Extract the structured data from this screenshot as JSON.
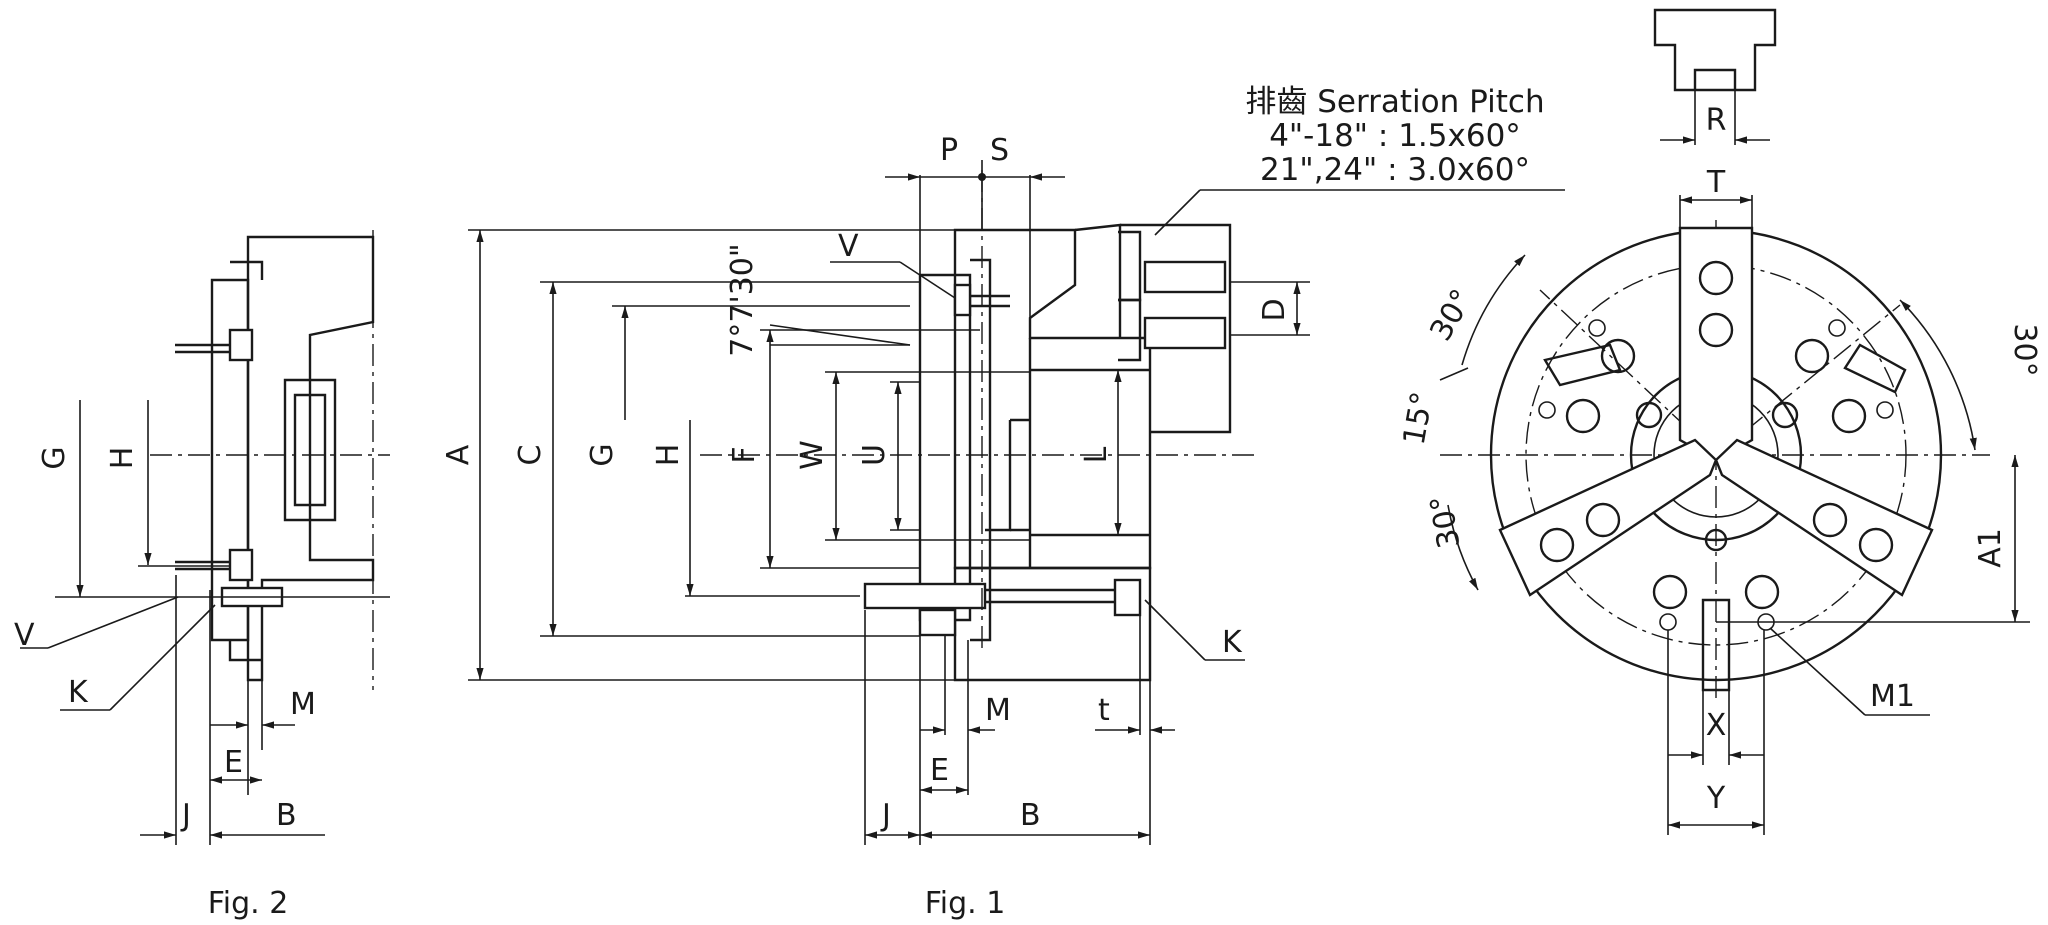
{
  "labels": {
    "A": "A",
    "A1": "A1",
    "B": "B",
    "C": "C",
    "D": "D",
    "E": "E",
    "F": "F",
    "G": "G",
    "H": "H",
    "J": "J",
    "K": "K",
    "L": "L",
    "M": "M",
    "M1": "M1",
    "P": "P",
    "R": "R",
    "S": "S",
    "T": "T",
    "U": "U",
    "V": "V",
    "W": "W",
    "X": "X",
    "Y": "Y",
    "t": "t"
  },
  "angles": {
    "taper": "7°7'30\"",
    "a30_top": "30°",
    "a30_right": "30°",
    "a15": "15°",
    "a30_left": "30°"
  },
  "serration_note": {
    "title": "排齒 Serration Pitch",
    "line1": "4\"-18\" : 1.5x60°",
    "line2": "21\",24\" : 3.0x60°"
  },
  "captions": {
    "fig1": "Fig. 1",
    "fig2": "Fig. 2"
  }
}
